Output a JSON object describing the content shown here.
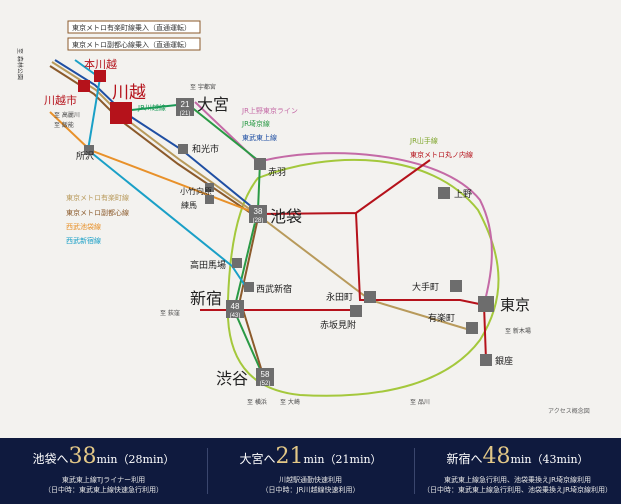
{
  "map": {
    "lines": {
      "yurakucho_thru": "東京メトロ有楽町線乗入（直通運転）",
      "fukutoshin_thru": "東京メトロ副都心線乗入（直通運転）",
      "jr_ueno_tokyo": "JR上野東京ライン",
      "jr_saikyo": "JR埼京線",
      "tobu_tojo": "東武東上線",
      "jr_yamanote": "JR山手線",
      "marunouchi": "東京メトロ丸ノ内線",
      "yurakucho": "東京メトロ有楽町線",
      "fukutoshin": "東京メトロ副都心線",
      "seibu_ikebukuro": "西武池袋線",
      "seibu_shinjuku": "西武新宿線",
      "jr_kawagoe": "JR川越線"
    },
    "stations": {
      "kawagoe": "川越",
      "honkawagoe": "本川越",
      "kawagoeshi": "川越市",
      "omiya": "大宮",
      "ikebukuro": "池袋",
      "shinjuku": "新宿",
      "shibuya": "渋谷",
      "tokyo": "東京",
      "ueno": "上野",
      "akabane": "赤羽",
      "wakoshi": "和光市",
      "tokorozawa": "所沢",
      "kotakemukaihara": "小竹向原",
      "nerima": "練馬",
      "takadanobaba": "高田馬場",
      "seibushinjuku": "西武新宿",
      "nagatacho": "永田町",
      "akasakamitsuke": "赤坂見附",
      "otemachi": "大手町",
      "yurakucho": "有楽町",
      "ginza": "銀座"
    },
    "directions": {
      "shinrinkoen": "至 森林公園",
      "utsunomiya": "至 宇都宮",
      "komagawa": "至 高麗川",
      "hanno": "至 飯能",
      "ogikubo": "至 荻窪",
      "shinkiba": "至 新木場",
      "yokohama": "至 横浜",
      "omiya_dir": "至 大崎",
      "shinagawa": "至 品川"
    },
    "badges": {
      "omiya_min": "21",
      "omiya_alt": "(21)",
      "ikebukuro_min": "38",
      "ikebukuro_alt": "(28)",
      "shinjuku_min": "48",
      "shinjuku_alt": "(43)",
      "shibuya_min": "58",
      "shibuya_alt": "(52)"
    },
    "caption": "アクセス概念図"
  },
  "footer": [
    {
      "dest": "池袋へ",
      "minutes": "38",
      "unit": "min",
      "alt": "（28min）",
      "note1": "東武東上線TJライナー利用",
      "note2": "（日中時：東武東上線快速急行利用）"
    },
    {
      "dest": "大宮へ",
      "minutes": "21",
      "unit": "min",
      "alt": "（21min）",
      "note1": "川越駅通勤快速利用",
      "note2": "（日中時：JR川越線快速利用）"
    },
    {
      "dest": "新宿へ",
      "minutes": "48",
      "unit": "min",
      "alt": "（43min）",
      "note1": "東武東上線急行利用、池袋乗換えJR埼京線利用",
      "note2": "（日中時：東武東上線急行利用、池袋乗換えJR埼京線利用）"
    }
  ],
  "colors": {
    "bg": "#f3f2ef",
    "footer_bg": "#0f1a3e",
    "gold": "#e3c887",
    "kawagoe_red": "#b5121b",
    "station_gray": "#6d6d6d",
    "yamanote": "#a4c83c",
    "saikyo": "#2a9a45",
    "ueno_tokyo": "#c46aa6",
    "tojo": "#1f4fa3",
    "marunouchi": "#b5121b",
    "yurakucho": "#b89a5b",
    "fukutoshin": "#8b5a2b",
    "seibu_ikebukuro": "#e8912a",
    "seibu_shinjuku": "#1aa0c7",
    "kawagoe_line": "#1a9a57"
  }
}
